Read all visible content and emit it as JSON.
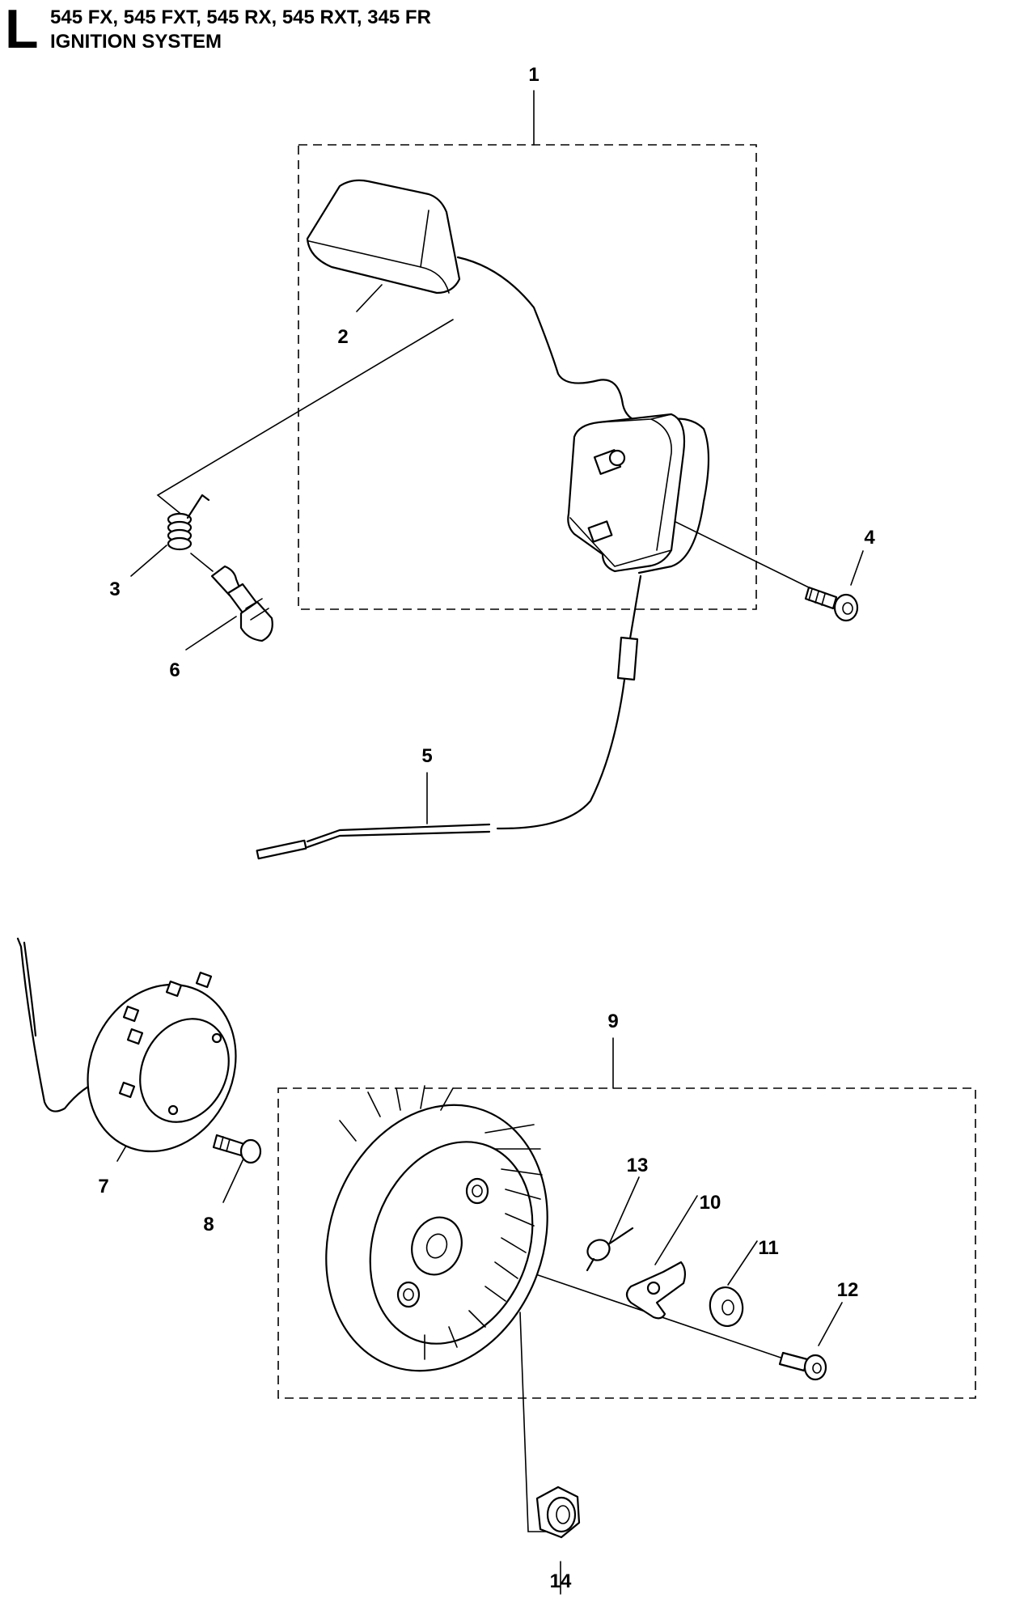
{
  "header": {
    "section_letter": "L",
    "models": "545 FX, 545 FXT, 545 RX, 545 RXT, 345 FR",
    "title": "IGNITION SYSTEM"
  },
  "callouts": {
    "c1": "1",
    "c2": "2",
    "c3": "3",
    "c4": "4",
    "c5": "5",
    "c6": "6",
    "c7": "7",
    "c8": "8",
    "c9": "9",
    "c10": "10",
    "c11": "11",
    "c12": "12",
    "c13": "13",
    "c14": "14"
  }
}
